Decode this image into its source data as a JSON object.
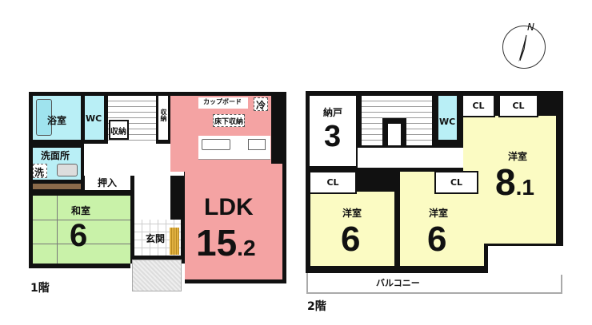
{
  "compass": {
    "label": "N"
  },
  "floor1": {
    "label": "1階",
    "rooms": {
      "bath": "浴室",
      "wc": "WC",
      "storage1": "収納",
      "storage2": "収納",
      "washroom": "洗面所",
      "washer": "洗",
      "closet": "押入",
      "japanese_room": {
        "name": "和室",
        "size": "6"
      },
      "entrance": "玄関",
      "ldk": {
        "name": "LDK",
        "size_int": "15",
        "size_dec": ".2"
      },
      "cupboard": "カップボード",
      "fridge": "冷",
      "underfloor": "床下収納"
    }
  },
  "floor2": {
    "label": "2階",
    "rooms": {
      "storeroom": {
        "name": "納戸",
        "size": "3"
      },
      "wc": "WC",
      "cl1": "CL",
      "cl2": "CL",
      "cl3": "CL",
      "cl4": "CL",
      "western1": {
        "name": "洋室",
        "size": "6"
      },
      "western2": {
        "name": "洋室",
        "size": "6"
      },
      "western3": {
        "name": "洋室",
        "size_int": "8",
        "size_dec": ".1"
      },
      "balcony": "バルコニー"
    }
  },
  "colors": {
    "ldk": "#f4a3a3",
    "japanese": "#c9f2a9",
    "western": "#fbfbc3",
    "water": "#b9eff6",
    "wall": "#111111"
  }
}
